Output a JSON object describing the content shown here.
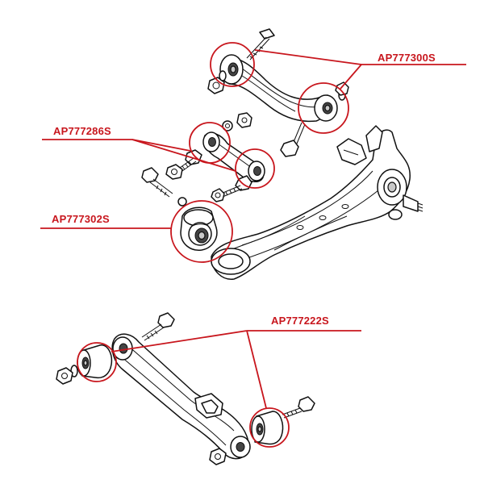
{
  "labels": {
    "upper_arm": "AP777300S",
    "toe_link": "AP777286S",
    "trailing_arm": "AP777302S",
    "lower_arm": "AP777222S"
  },
  "colors": {
    "accent": "#c8161d",
    "ink": "#111111"
  }
}
